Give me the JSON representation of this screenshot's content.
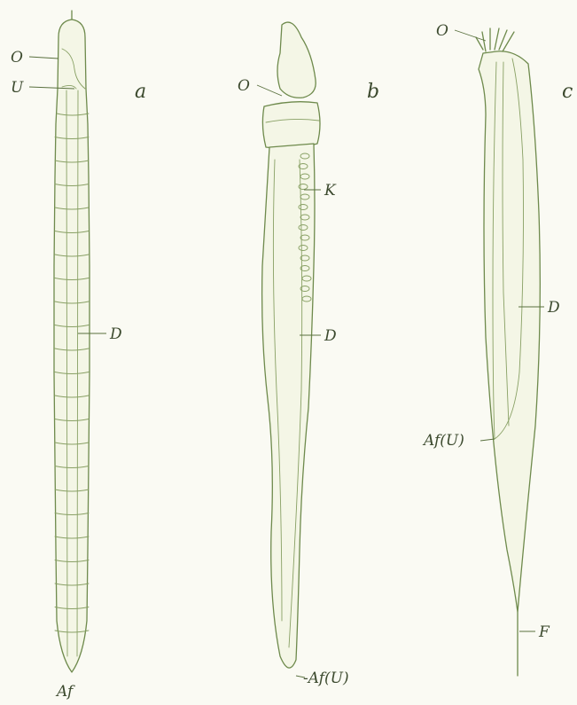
{
  "figures": {
    "a": {
      "letter": "a",
      "labels": {
        "O": "O",
        "U": "U",
        "D": "D",
        "Af": "Af"
      }
    },
    "b": {
      "letter": "b",
      "labels": {
        "O": "O",
        "K": "K",
        "D": "D",
        "Af": "-Af(U)"
      }
    },
    "c": {
      "letter": "c",
      "labels": {
        "O": "O",
        "D": "D",
        "Af": "Af(U)",
        "F": "F"
      }
    }
  },
  "colors": {
    "ink": "#6e8a4c",
    "label": "#3c4a2e",
    "paper": "#fafaf3"
  }
}
